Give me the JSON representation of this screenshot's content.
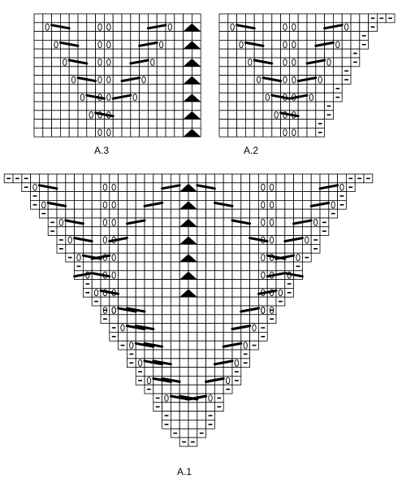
{
  "charts": [
    {
      "id": "a3",
      "label": "A.3"
    },
    {
      "id": "a2",
      "label": "A.2"
    },
    {
      "id": "a1",
      "label": "A.1"
    }
  ],
  "symbols": {
    "purl": "-",
    "yarn_over": "oval-o",
    "decrease": "diagonal-bar",
    "center_double_decrease": "filled-triangle"
  },
  "colors": {
    "grid": "#000000",
    "background": "#ffffff",
    "symbol_fill": "#000000"
  }
}
